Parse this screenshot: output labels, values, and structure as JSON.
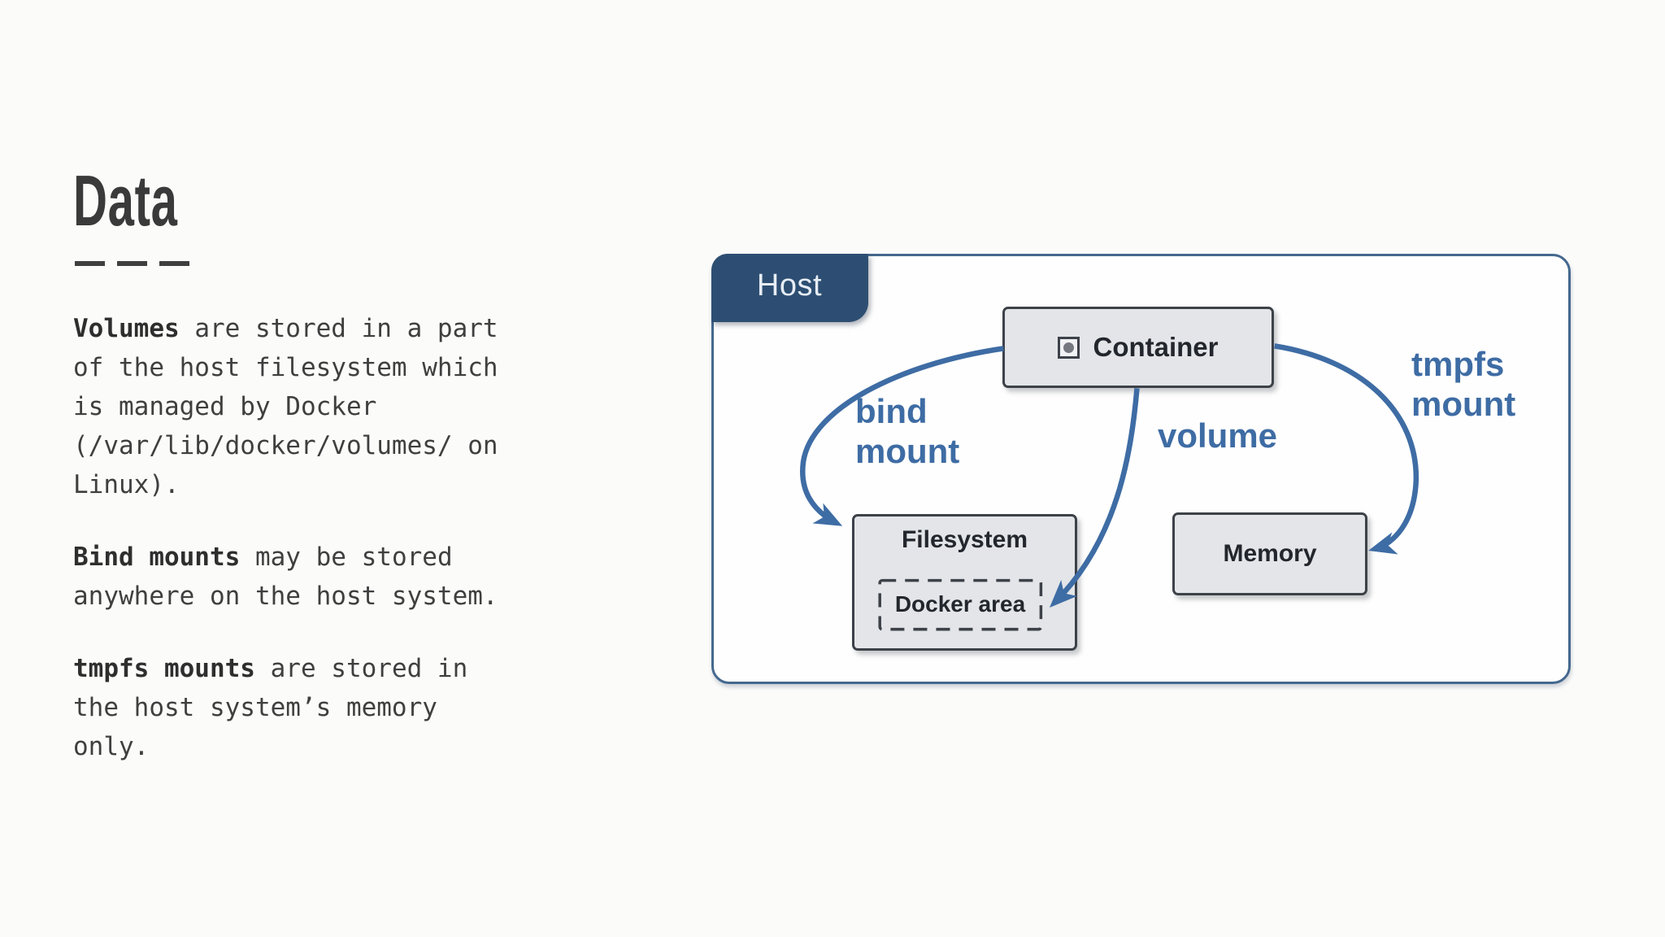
{
  "slide": {
    "title": "Data",
    "paragraphs": [
      {
        "lead": "Volumes",
        "text": " are stored in a part of the host filesystem which is managed by Docker (/var/lib/docker/volumes/ on Linux)."
      },
      {
        "lead": "Bind mounts",
        "text": " may be stored anywhere on the host system."
      },
      {
        "lead": "tmpfs mounts",
        "text": " are stored in the host system’s memory only."
      }
    ]
  },
  "diagram": {
    "host_tab": "Host",
    "nodes": {
      "container": "Container",
      "filesystem": "Filesystem",
      "docker_area": "Docker area",
      "memory": "Memory"
    },
    "edge_labels": {
      "bind_mount": "bind\nmount",
      "volume": "volume",
      "tmpfs_mount": "tmpfs\nmount"
    },
    "colors": {
      "accent_blue": "#3e6ca4",
      "host_tab_fill": "#2d4e72",
      "frame_border": "#44688e",
      "node_fill": "#e3e5e8",
      "node_border": "#3d4249"
    }
  }
}
